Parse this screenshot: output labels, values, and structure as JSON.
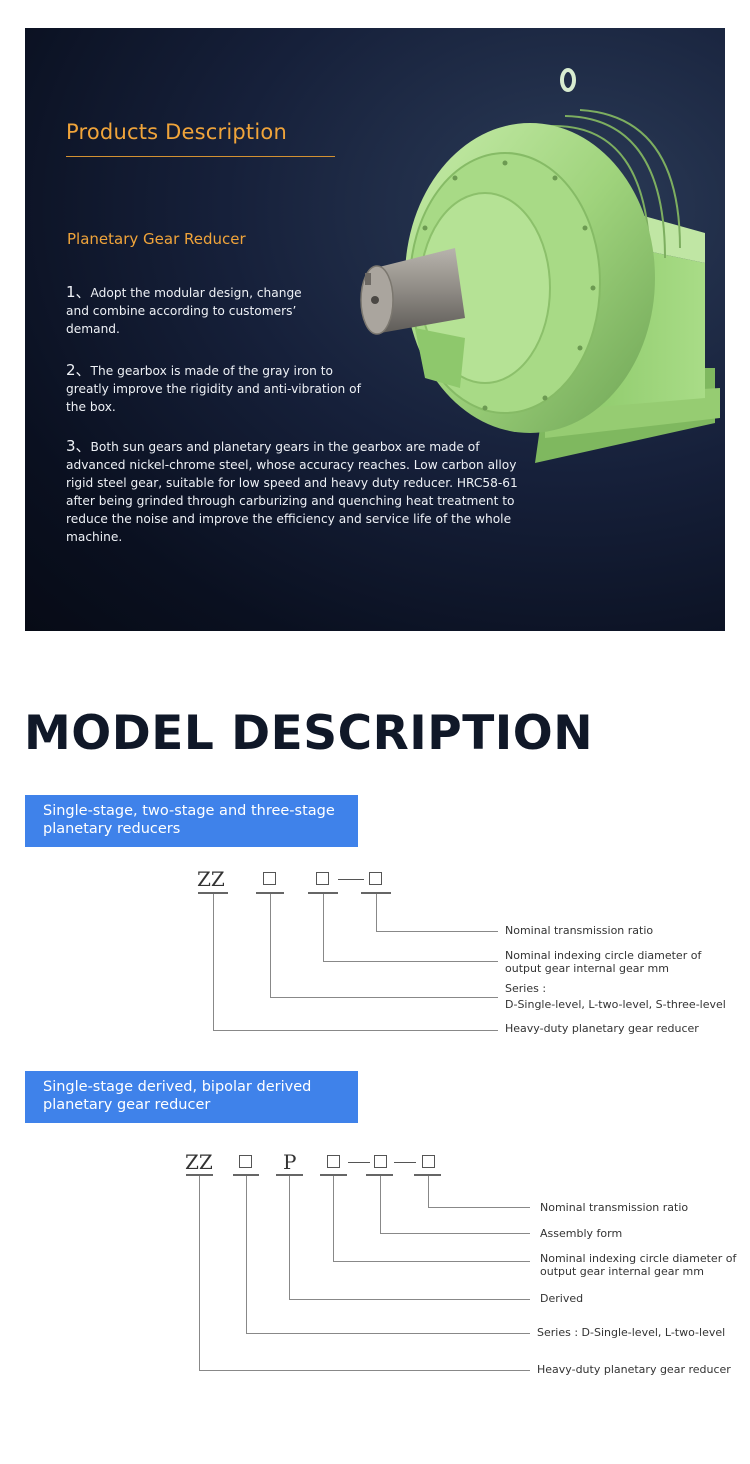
{
  "hero": {
    "title": "Products Description",
    "subtitle": "Planetary Gear Reducer",
    "points": [
      {
        "num": "1、",
        "text": "Adopt the modular design, change and combine according to customers’ demand."
      },
      {
        "num": "2、",
        "text": "The gearbox is made of the gray iron to greatly improve the rigidity and anti-vibration of the box."
      },
      {
        "num": "3、",
        "text": "Both sun gears and planetary gears in the gearbox are made of advanced nickel-chrome steel, whose accuracy reaches. Low carbon alloy rigid steel gear, suitable for low speed and heavy duty reducer. HRC58-61 after being grinded through carburizing and quenching heat treatment to reduce the noise and improve the efficiency and service life of the whole machine."
      }
    ],
    "colors": {
      "accent": "#f0a43a",
      "background": "#0f1830",
      "gearbox": "#9ed27a"
    }
  },
  "model": {
    "title": "MODEL DESCRIPTION",
    "sections": [
      {
        "banner": "Single-stage, two-stage and three-stage planetary reducers",
        "code": {
          "prefix": "ZZ",
          "symbol": "□",
          "separator": "—"
        },
        "labels": {
          "ratio": "Nominal transmission ratio",
          "diameter": "Nominal indexing circle diameter of output gear internal gear mm",
          "series_title": "Series :",
          "series_values": "D-Single-level, L-two-level, S-three-level",
          "heavy": "Heavy-duty planetary gear reducer"
        }
      },
      {
        "banner": "Single-stage derived, bipolar derived planetary gear reducer",
        "code": {
          "prefix": "ZZ",
          "symbol": "□",
          "p": "P",
          "separator": "—"
        },
        "labels": {
          "ratio": "Nominal transmission ratio",
          "assembly": "Assembly form",
          "diameter": "Nominal indexing circle diameter of output gear internal gear mm",
          "derived": "Derived",
          "series": "Series :   D-Single-level, L-two-level",
          "heavy": "Heavy-duty planetary gear reducer"
        }
      }
    ],
    "colors": {
      "banner": "#3f82ea",
      "title": "#101828"
    }
  }
}
